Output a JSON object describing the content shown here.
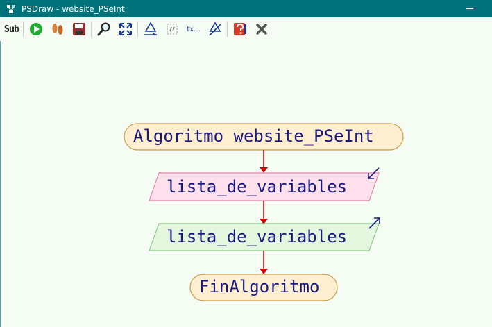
{
  "window": {
    "title": "PSDraw - website_PSeInt",
    "titlebar_color": "#00737a"
  },
  "toolbar": {
    "buttons": [
      {
        "name": "sub-button",
        "label": "Sub"
      },
      {
        "name": "run-button",
        "icon": "play-icon"
      },
      {
        "name": "step-button",
        "icon": "footsteps-icon"
      },
      {
        "name": "save-button",
        "icon": "floppy-disk-icon"
      },
      {
        "name": "zoom-button",
        "icon": "magnifier-icon"
      },
      {
        "name": "fit-button",
        "icon": "expand-arrows-icon"
      },
      {
        "name": "toggle-comments-button",
        "icon": "shape-icon"
      },
      {
        "name": "hide-shapes-button",
        "icon": "dashed-box-icon"
      },
      {
        "name": "text-mode-button",
        "label": "tx..."
      },
      {
        "name": "no-crossing-button",
        "icon": "crossed-shape-icon"
      },
      {
        "name": "help-button",
        "icon": "help-icon"
      },
      {
        "name": "close-button",
        "icon": "close-icon"
      }
    ]
  },
  "flowchart": {
    "start": "Algoritmo website_PSeInt",
    "read": "lista_de_variables",
    "write": "lista_de_variables",
    "end": "FinAlgoritmo",
    "colors": {
      "terminal_fill": "#ffefd0",
      "terminal_stroke": "#c99b4a",
      "read_fill": "#fde0ec",
      "read_stroke": "#d98aa8",
      "write_fill": "#e4f7de",
      "write_stroke": "#8ec98a",
      "arrow": "#cc0000",
      "text": "#1a1a80"
    }
  }
}
